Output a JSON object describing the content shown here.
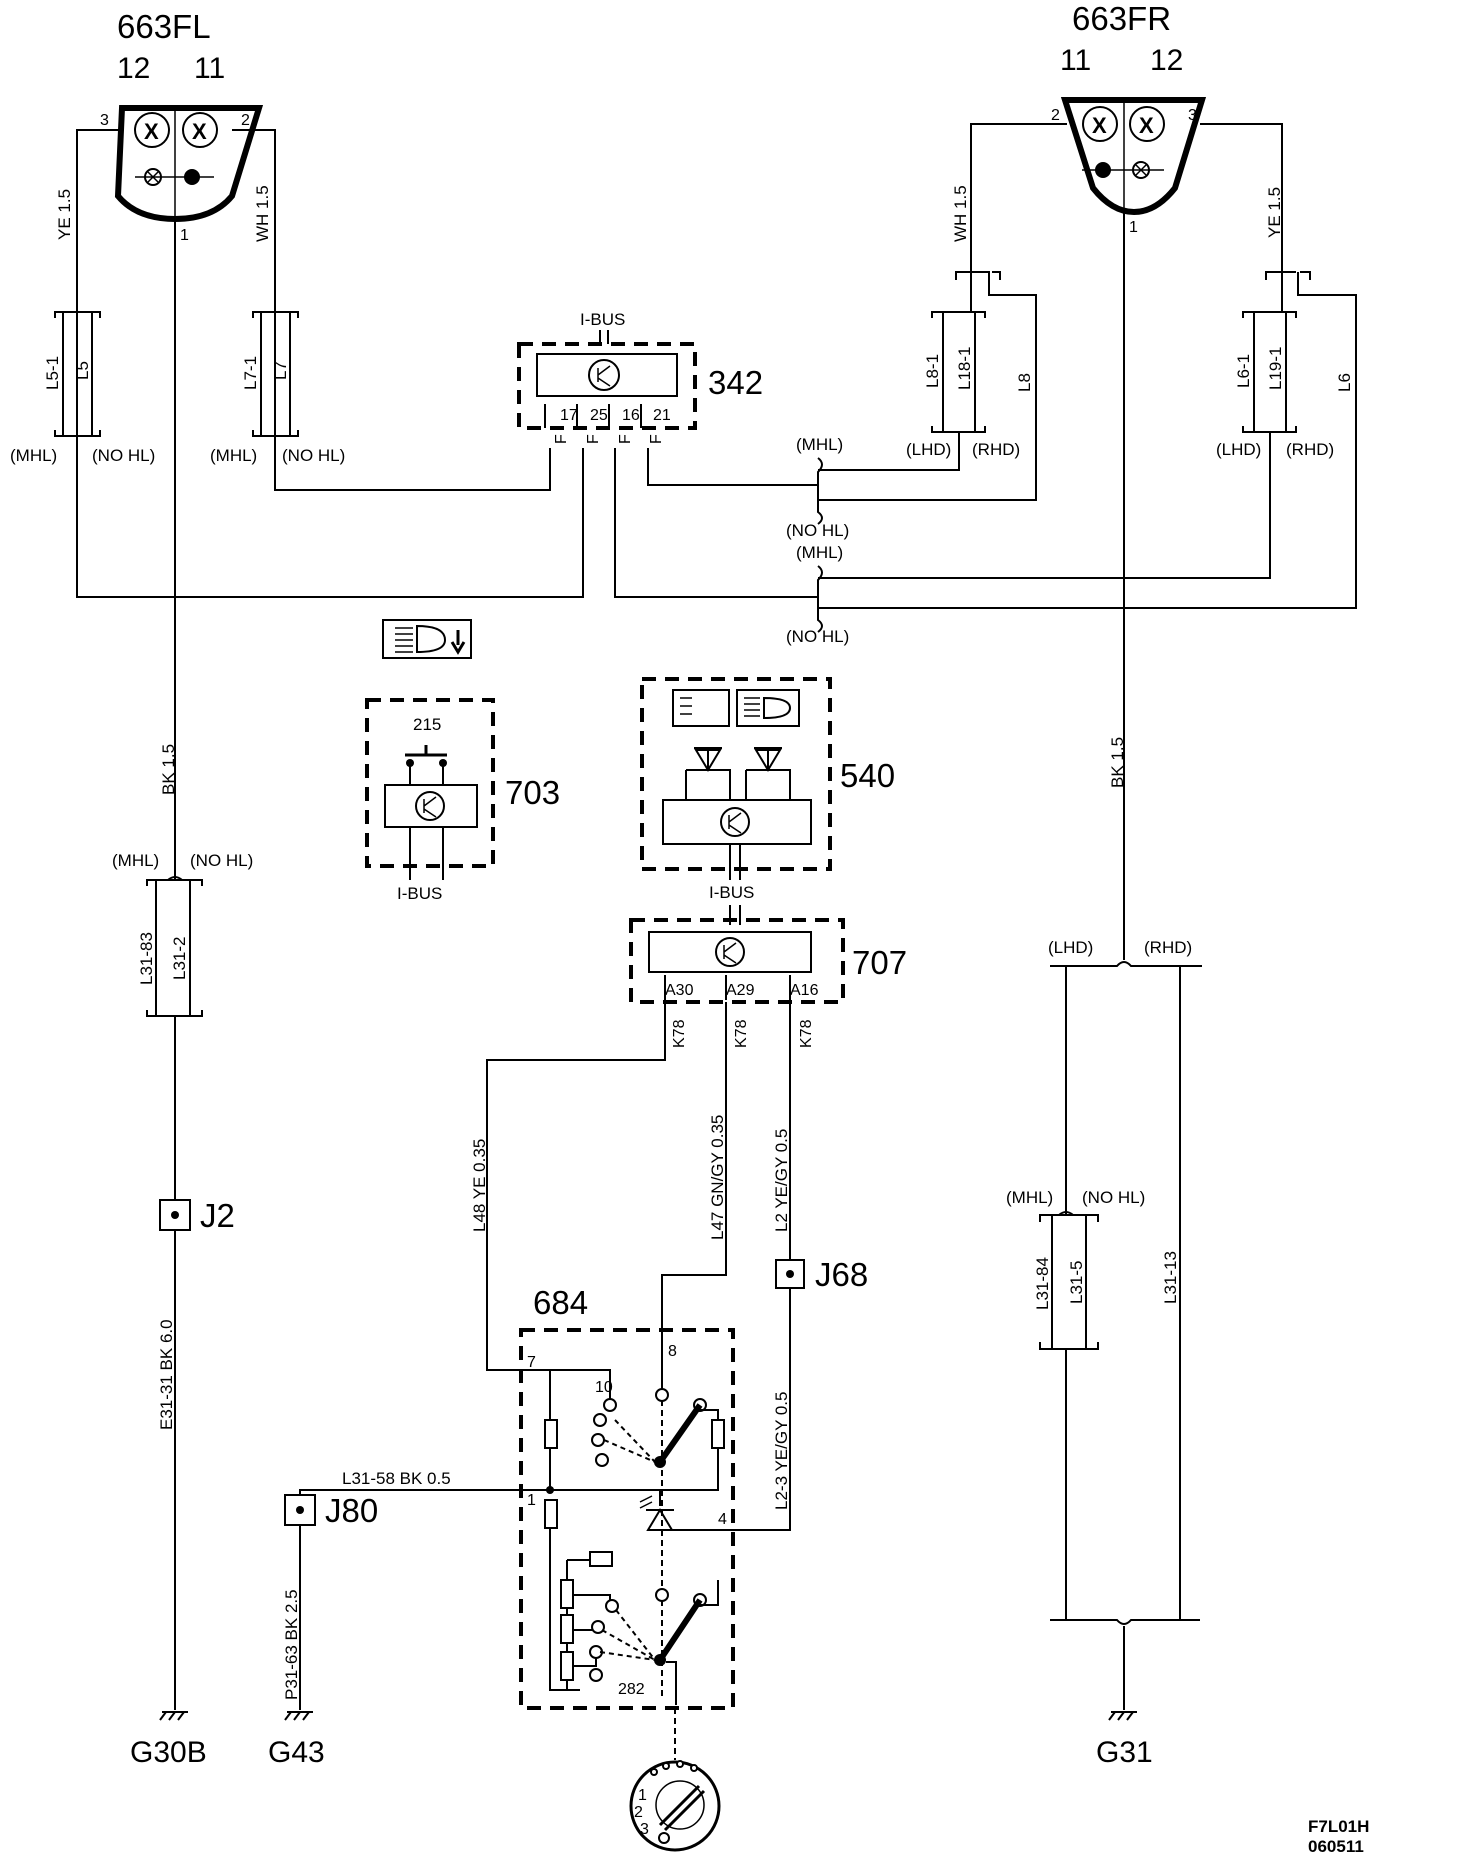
{
  "code": {
    "line1": "F7L01H",
    "line2": "060511"
  },
  "lamp_left": {
    "id": "663FL",
    "bulb_a": "12",
    "bulb_b": "11",
    "pin_left": "3",
    "pin_right": "2",
    "pin_ground": "1"
  },
  "lamp_right": {
    "id": "663FR",
    "bulb_a": "11",
    "bulb_b": "12",
    "pin_left": "2",
    "pin_right": "3",
    "pin_ground": "1"
  },
  "wires": {
    "ye15_left": "YE  1.5",
    "wh15_left": "WH  1.5",
    "wh15_right": "WH  1.5",
    "ye15_right": "YE  1.5",
    "bk15_left": "BK  1.5",
    "bk15_right": "BK  1.5",
    "l48": "L48   YE  0.35",
    "l47": "L47 GN/GY 0.35",
    "l2": "L2    YE/GY  0.5",
    "l23": "L2-3    YE/GY  0.5",
    "l3158": "L31-58   BK    0.5",
    "e3131": "E31-31  BK 6.0",
    "p3163": "P31-63  BK 2.5"
  },
  "connectors": {
    "l5_1": "L5-1",
    "l5": "L5",
    "l7_1": "L7-1",
    "l7": "L7",
    "l8_1": "L8-1",
    "l18_1": "L18-1",
    "l8": "L8",
    "l6_1": "L6-1",
    "l19_1": "L19-1",
    "l6": "L6",
    "l31_83": "L31-83",
    "l31_2": "L31-2",
    "l31_84": "L31-84",
    "l31_5": "L31-5",
    "l31_13": "L31-13"
  },
  "variants": {
    "mhl": "(MHL)",
    "nohl": "(NO HL)",
    "lhd": "(LHD)",
    "rhd": "(RHD)"
  },
  "module_342": {
    "id": "342",
    "bus": "I-BUS",
    "pins": [
      "17",
      "25",
      "16",
      "21"
    ],
    "fuse": "F"
  },
  "module_703": {
    "id": "703",
    "switch": "215",
    "bus": "I-BUS"
  },
  "module_540": {
    "id": "540"
  },
  "module_707": {
    "id": "707",
    "bus": "I-BUS",
    "pins": [
      "A30",
      "A29",
      "A16"
    ],
    "conn": "K78"
  },
  "switch_684": {
    "id": "684",
    "p7": "7",
    "p8": "8",
    "p10": "10",
    "p1": "1",
    "p4": "4",
    "p282": "282",
    "k1": "1",
    "k2": "2",
    "k3": "3"
  },
  "junctions": {
    "j2": "J2",
    "j68": "J68",
    "j80": "J80"
  },
  "grounds": {
    "g30b": "G30B",
    "g43": "G43",
    "g31": "G31"
  }
}
